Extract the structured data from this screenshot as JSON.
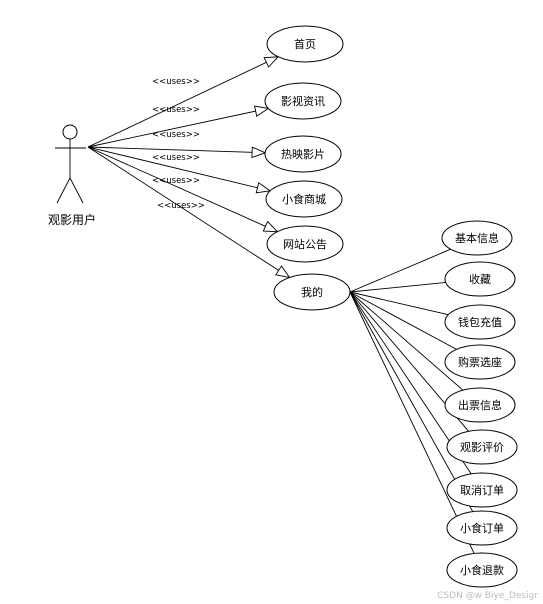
{
  "actor": {
    "label": "观影用户"
  },
  "stereotype": "<<uses>>",
  "primary_use_cases": [
    {
      "label": "首页"
    },
    {
      "label": "影视资讯"
    },
    {
      "label": "热映影片"
    },
    {
      "label": "小食商城"
    },
    {
      "label": "网站公告"
    },
    {
      "label": "我的"
    }
  ],
  "my_use_cases": [
    {
      "label": "基本信息"
    },
    {
      "label": "收藏"
    },
    {
      "label": "钱包充值"
    },
    {
      "label": "购票选座"
    },
    {
      "label": "出票信息"
    },
    {
      "label": "观影评价"
    },
    {
      "label": "取消订单"
    },
    {
      "label": "小食订单"
    },
    {
      "label": "小食退款"
    }
  ],
  "watermark": "CSDN @w Biye_Desigr"
}
